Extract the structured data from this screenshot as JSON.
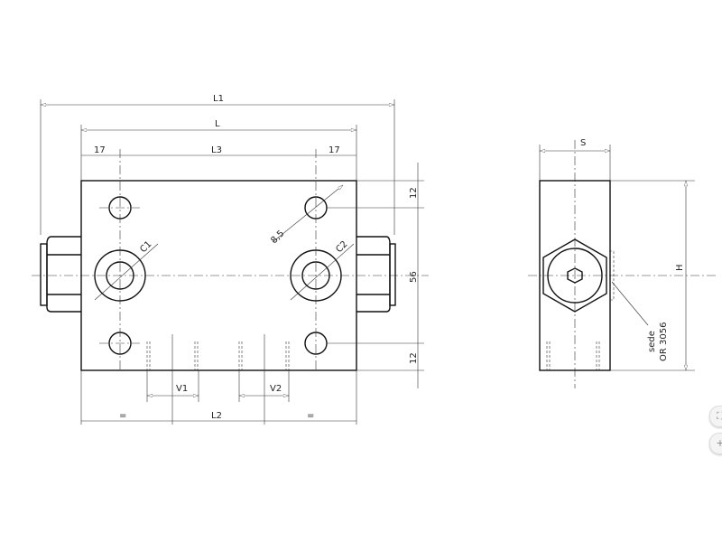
{
  "front_view": {
    "dims": {
      "L1": "L1",
      "L": "L",
      "side_left": "17",
      "L3": "L3",
      "side_right": "17",
      "top_margin": "12",
      "height": "56",
      "bottom_margin": "12",
      "V1": "V1",
      "V2": "V2",
      "eq_left": "=",
      "L2": "L2",
      "eq_right": "=",
      "hole_dia": "8,5"
    },
    "ports": {
      "C1": "C1",
      "C2": "C2"
    }
  },
  "side_view": {
    "S": "S",
    "H": "H",
    "seat_line1": "sede",
    "seat_line2": "OR 3056"
  },
  "controls": {
    "fit_icon": "fit-icon",
    "zoom_in_icon": "plus-icon",
    "fit_label": "⛶",
    "zoom_in_label": "+"
  }
}
